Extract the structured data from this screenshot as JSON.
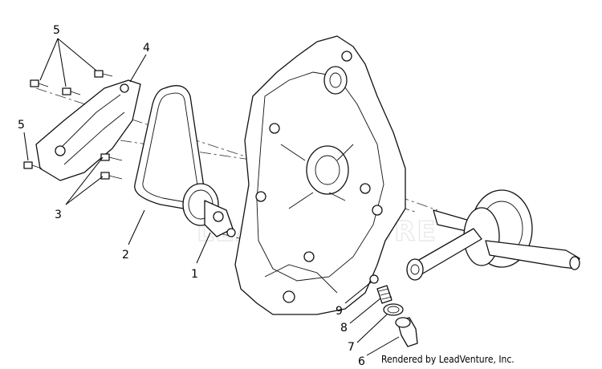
{
  "watermark": "LEADVENTURE",
  "credit": "Rendered by LeadVenture, Inc.",
  "callouts": [
    {
      "id": "1",
      "label": "1"
    },
    {
      "id": "2",
      "label": "2"
    },
    {
      "id": "3",
      "label": "3"
    },
    {
      "id": "4",
      "label": "4"
    },
    {
      "id": "5a",
      "label": "5"
    },
    {
      "id": "5b",
      "label": "5"
    },
    {
      "id": "6",
      "label": "6"
    },
    {
      "id": "7",
      "label": "7"
    },
    {
      "id": "8",
      "label": "8"
    },
    {
      "id": "9",
      "label": "9"
    }
  ]
}
